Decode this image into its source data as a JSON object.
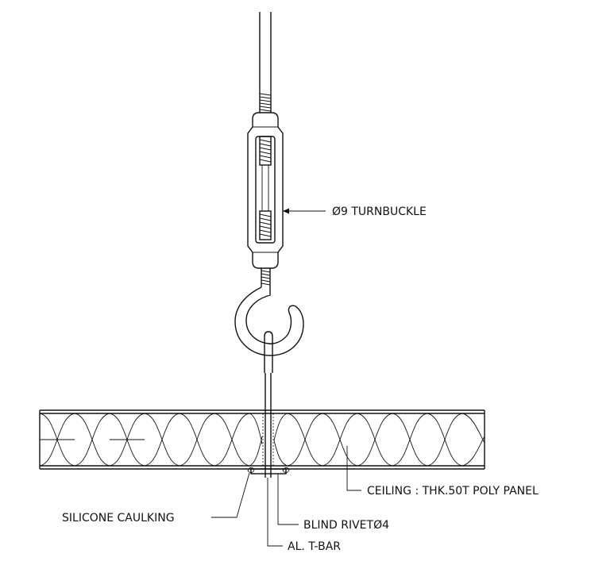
{
  "labels": {
    "turnbuckle": "Ø9 TURNBUCKLE",
    "ceiling": "CEILING : THK.50T POLY PANEL",
    "caulking": "SILICONE CAULKING",
    "rivet": "BLIND RIVETØ4",
    "tbar": "AL. T-BAR"
  },
  "colors": {
    "line": "#111111",
    "background": "#ffffff"
  }
}
